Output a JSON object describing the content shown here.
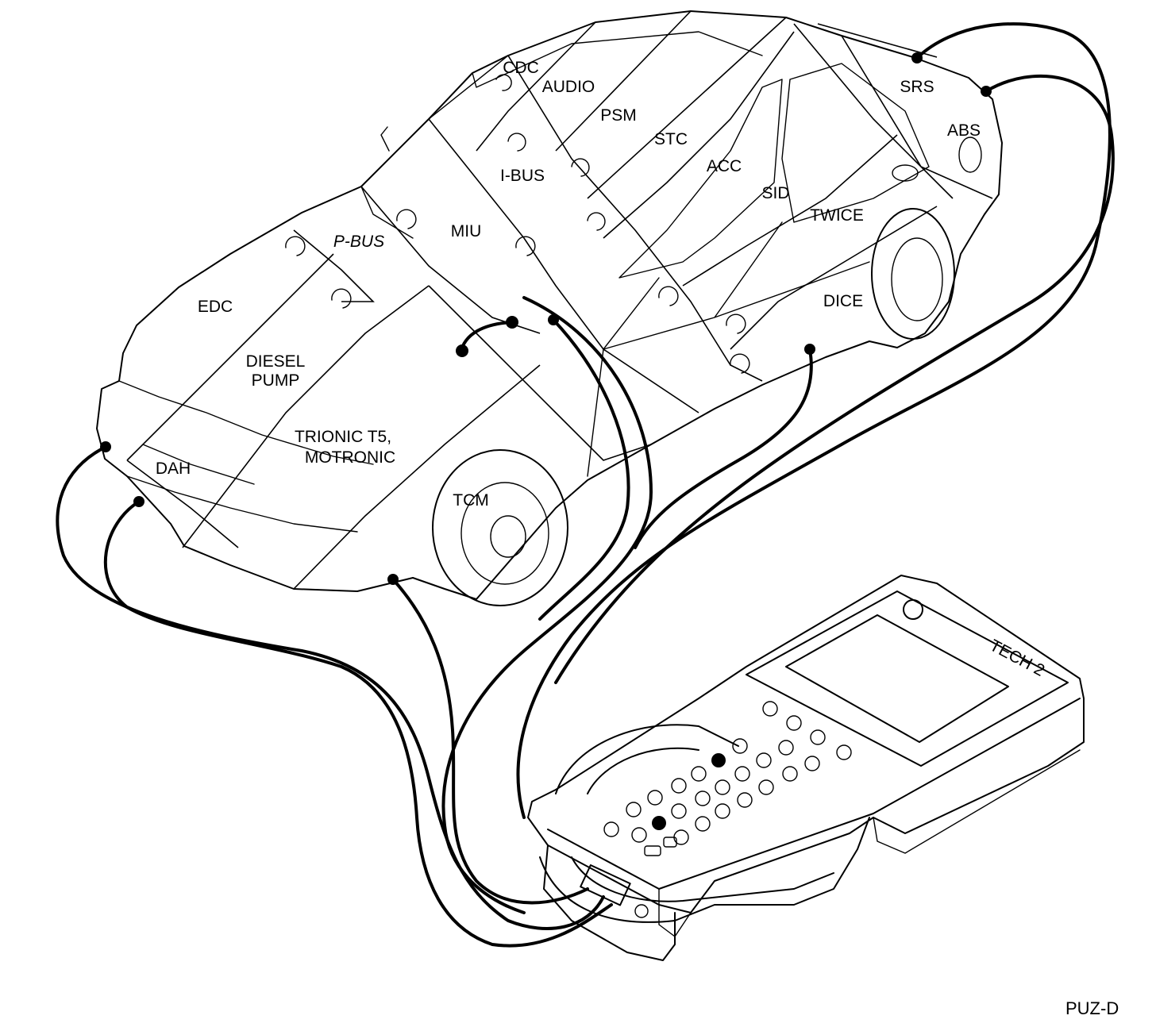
{
  "modules": {
    "cdc": "CDC",
    "audio": "AUDIO",
    "psm": "PSM",
    "srs": "SRS",
    "abs": "ABS",
    "stc": "STC",
    "ibus": "I-BUS",
    "acc": "ACC",
    "sid": "SID",
    "twice": "TWICE",
    "miu": "MIU",
    "pbus": "P-BUS",
    "edc": "EDC",
    "dice": "DICE",
    "diesel_pump_1": "DIESEL",
    "diesel_pump_2": "PUMP",
    "trionic_1": "TRIONIC T5,",
    "trionic_2": "MOTRONIC",
    "dah": "DAH",
    "tcm": "TCM"
  },
  "tester": {
    "badge": "TECH 2"
  },
  "figure_ref": "PUZ-D"
}
